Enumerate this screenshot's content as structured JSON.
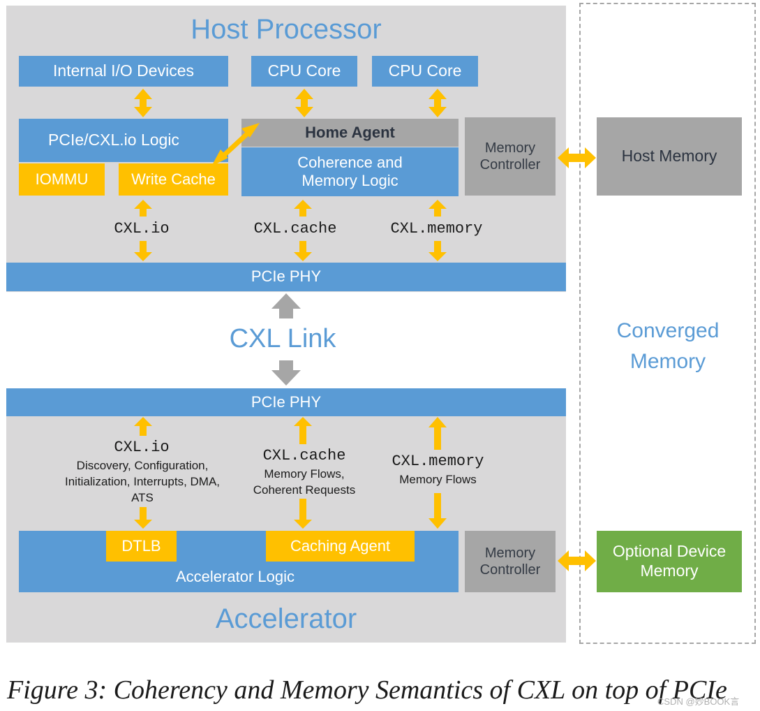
{
  "host": {
    "title": "Host Processor",
    "internal_io": "Internal I/O Devices",
    "cpu_core_1": "CPU Core",
    "cpu_core_2": "CPU Core",
    "pcie_cxl_io_logic": "PCIe/CXL.io Logic",
    "iommu": "IOMMU",
    "write_cache": "Write Cache",
    "home_agent": "Home Agent",
    "coherence_logic": "Coherence and Memory Logic",
    "memory_controller": "Memory Controller",
    "host_memory": "Host Memory",
    "cxl_io": "CXL.io",
    "cxl_cache": "CXL.cache",
    "cxl_memory": "CXL.memory",
    "pcie_phy": "PCIe PHY"
  },
  "link": {
    "label": "CXL Link"
  },
  "accelerator": {
    "title": "Accelerator",
    "pcie_phy": "PCIe PHY",
    "cxl_io": "CXL.io",
    "cxl_io_desc": "Discovery, Configuration, Initialization, Interrupts, DMA, ATS",
    "cxl_cache": "CXL.cache",
    "cxl_cache_desc": "Memory Flows, Coherent Requests",
    "cxl_memory": "CXL.memory",
    "cxl_memory_desc": "Memory Flows",
    "dtlb": "DTLB",
    "caching_agent": "Caching Agent",
    "accelerator_logic": "Accelerator Logic",
    "memory_controller": "Memory Controller",
    "optional_device_memory": "Optional Device Memory"
  },
  "converged_memory": "Converged Memory",
  "caption": "Figure 3: Coherency and Memory Semantics of CXL on top of PCIe",
  "watermark": "CSDN @妙BOOK言",
  "colors": {
    "panel": "#d9d8d9",
    "blue": "#5a9bd5",
    "yellow": "#ffc000",
    "gray": "#a6a6a6",
    "green": "#70ad47"
  }
}
